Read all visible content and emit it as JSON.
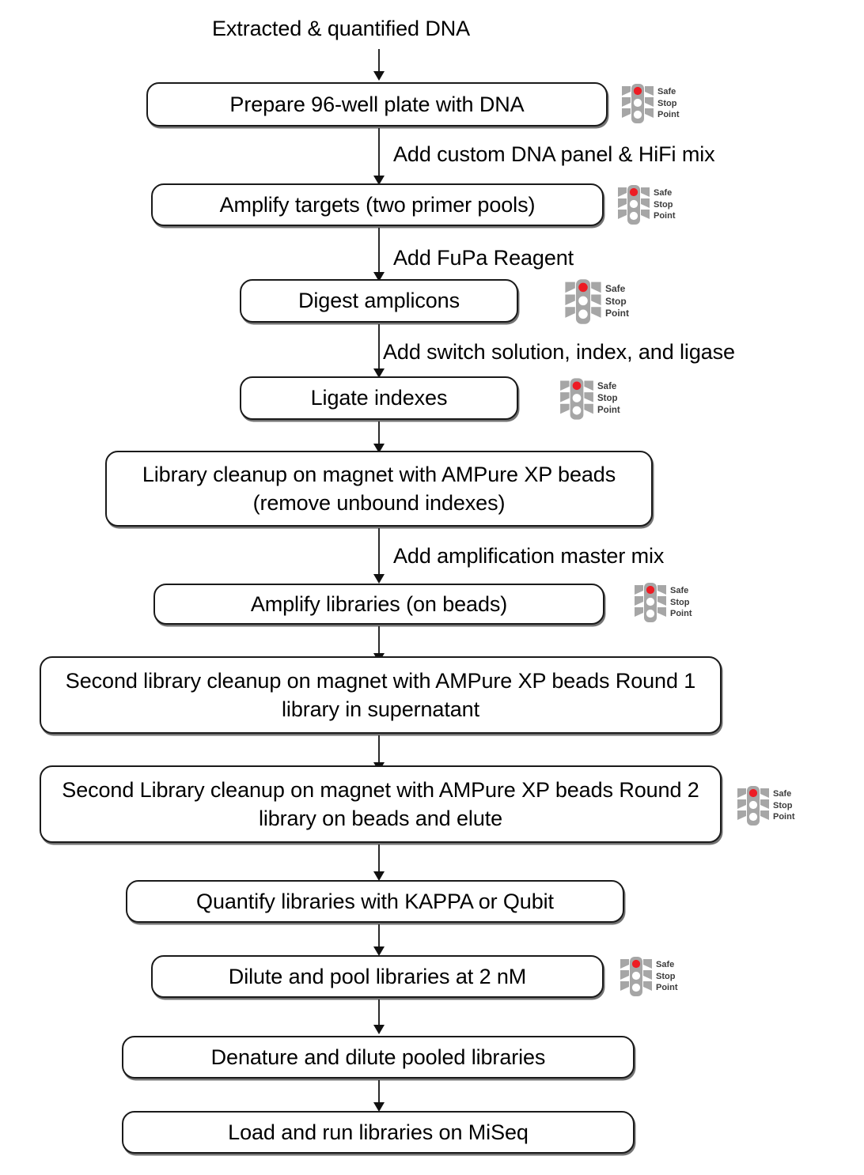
{
  "diagram": {
    "title_caption": "Extracted & quantified DNA",
    "accent_red": "#ED1C24",
    "body_gray": "#A6A6A6",
    "line_color": "#2b2b2b",
    "box_border": "#1a1a1a",
    "safe_stop_point": {
      "icon": "traffic-light-icon",
      "line1": "Safe",
      "line2": "Stop",
      "line3": "Point"
    },
    "nodes": [
      {
        "id": "prepare-plate",
        "text": "Prepare 96-well plate with DNA",
        "has_stop_point": true
      },
      {
        "id": "amplify-targets",
        "text": "Amplify targets (two primer pools)",
        "has_stop_point": true
      },
      {
        "id": "digest-amplicons",
        "text": "Digest amplicons",
        "has_stop_point": true
      },
      {
        "id": "ligate-indexes",
        "text": "Ligate indexes",
        "has_stop_point": true
      },
      {
        "id": "library-cleanup",
        "text": "Library cleanup on magnet with AMPure XP beads (remove unbound indexes)",
        "has_stop_point": false
      },
      {
        "id": "amplify-libraries",
        "text": "Amplify libraries (on beads)",
        "has_stop_point": true
      },
      {
        "id": "second-cleanup-round1",
        "text": "Second library cleanup on magnet with AMPure XP beads Round 1 library in supernatant",
        "has_stop_point": false
      },
      {
        "id": "second-cleanup-round2",
        "text": "Second Library cleanup on magnet with AMPure XP beads Round 2 library on beads and elute",
        "has_stop_point": true
      },
      {
        "id": "quantify-libraries",
        "text": "Quantify libraries with KAPPA or Qubit",
        "has_stop_point": false
      },
      {
        "id": "dilute-pool",
        "text": "Dilute and pool libraries at 2 nM",
        "has_stop_point": true
      },
      {
        "id": "denature-dilute",
        "text": "Denature and dilute pooled libraries",
        "has_stop_point": false
      },
      {
        "id": "load-run",
        "text": "Load and run libraries on MiSeq",
        "has_stop_point": false
      }
    ],
    "edge_labels": [
      {
        "id": "edge-label-1",
        "text": "Add custom DNA panel & HiFi mix"
      },
      {
        "id": "edge-label-2",
        "text": "Add FuPa Reagent"
      },
      {
        "id": "edge-label-3",
        "text": "Add switch solution, index, and ligase"
      },
      {
        "id": "edge-label-4",
        "text": "Add amplification master mix"
      }
    ]
  }
}
